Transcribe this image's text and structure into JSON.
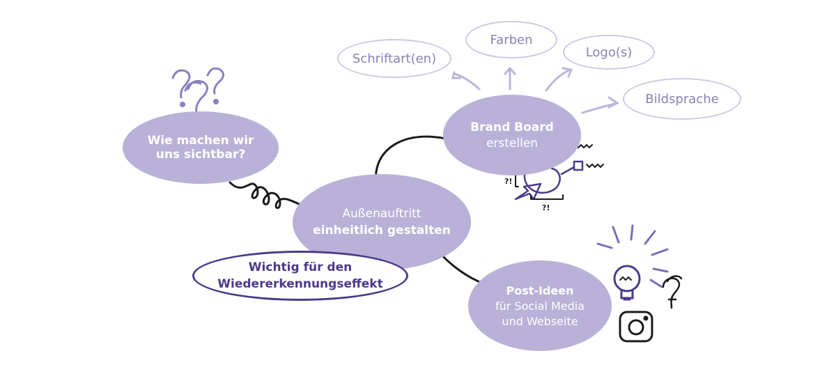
{
  "colors": {
    "bubble_fill": "#b9b1d8",
    "outline": "#cfc8e6",
    "outline_text": "#8a80b4",
    "accent": "#4b3a8a",
    "arrow_dark": "#1a1a1a",
    "arrow_light": "#bdb5dc",
    "icon_purple": "#7a6cb8"
  },
  "question_node": {
    "line1": "Wie machen wir",
    "line2": "uns sichtbar?"
  },
  "center_node": {
    "line1": "Außenauftritt",
    "line2": "einheitlich gestalten"
  },
  "note_node": {
    "line1": "Wichtig für den",
    "line2": "Wiedererkennungseffekt"
  },
  "brand_node": {
    "line1": "Brand Board",
    "line2": "erstellen"
  },
  "post_node": {
    "line1": "Post-Ideen",
    "line2": "für Social Media",
    "line3": "und Webseite"
  },
  "brand_elements": {
    "schriftart": "Schriftart(en)",
    "farben": "Farben",
    "logos": "Logo(s)",
    "bildsprache": "Bildsprache"
  },
  "doodle_marks": {
    "mark1": "?!",
    "mark2": "?!"
  },
  "icons": [
    "question-marks-icon",
    "squiggle-arrow-icon",
    "design-cursor-icon",
    "lightbulb-icon",
    "instagram-icon",
    "question-mark-icon"
  ]
}
